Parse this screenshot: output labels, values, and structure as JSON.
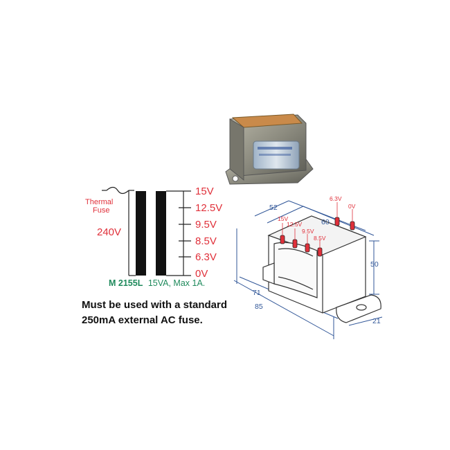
{
  "schematic": {
    "fuse_label_1": "Thermal",
    "fuse_label_2": "Fuse",
    "primary_voltage": "240V",
    "taps": [
      "15V",
      "12.5V",
      "9.5V",
      "8.5V",
      "6.3V",
      "0V"
    ],
    "model": "M 2155L",
    "rating": "15VA, Max 1A."
  },
  "notice": {
    "line1": "Must be used with a standard",
    "line2": "250mA external AC fuse."
  },
  "drawing": {
    "pins_front": [
      "15V",
      "12.5V",
      "9.5V",
      "8.5V"
    ],
    "pins_rear": [
      "6.3V",
      "0V"
    ],
    "dims": {
      "top_front": "52",
      "top_side": "60",
      "height": "50",
      "inner_length": "71",
      "length": "85",
      "depth": "21"
    }
  },
  "colors": {
    "red": "#e0303a",
    "blue": "#2f5597",
    "green": "#1f8a5c"
  }
}
